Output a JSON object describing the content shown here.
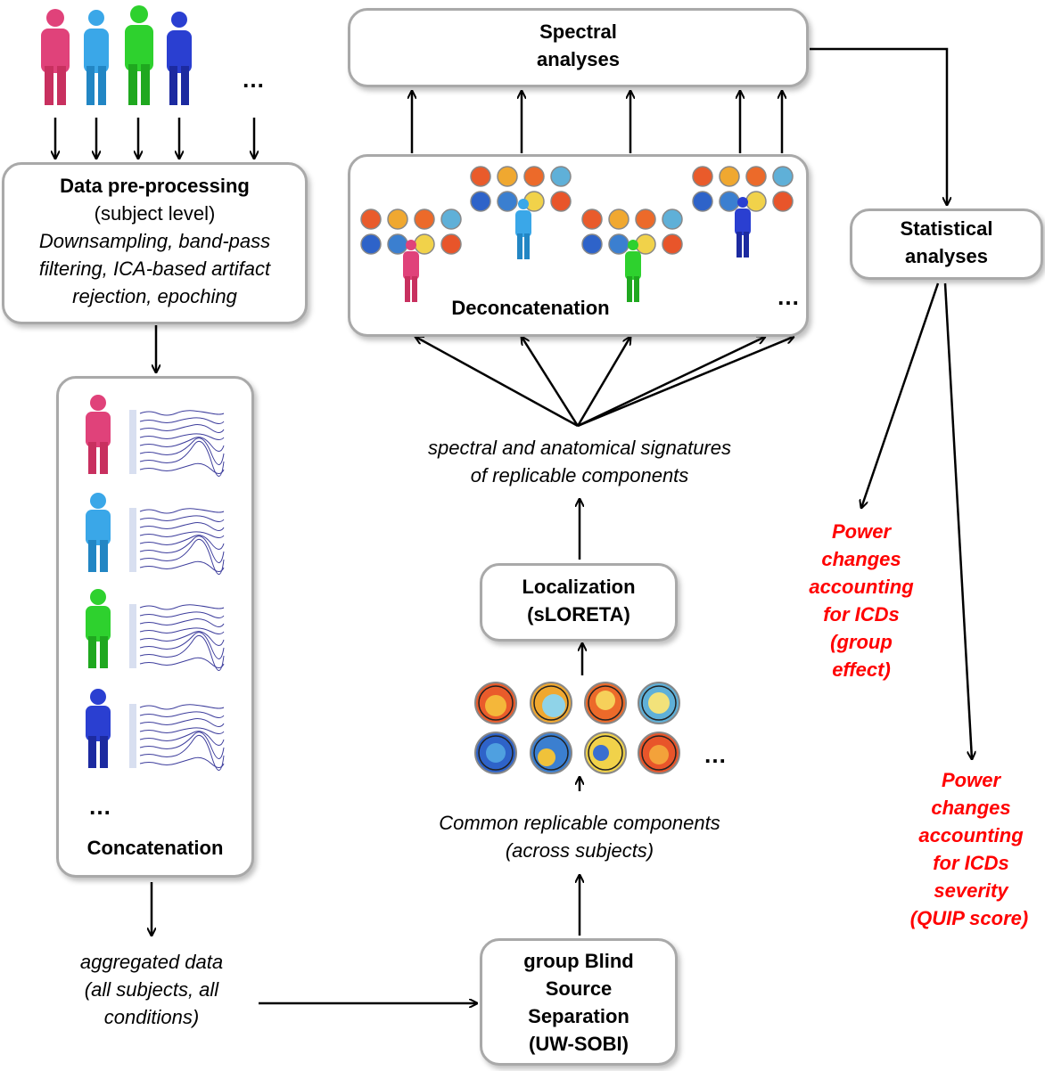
{
  "preproc": {
    "title": "Data pre-processing",
    "level": "(subject level)",
    "line1": "Downsampling, band-pass",
    "line2": "filtering, ICA-based artifact",
    "line3": "rejection, epoching"
  },
  "subjects_ellipsis": "…",
  "concat": {
    "label": "Concatenation",
    "ellipsis": "…"
  },
  "aggregated": {
    "line1": "aggregated data",
    "line2": "(all subjects, all",
    "line3": "conditions)"
  },
  "bss": {
    "line1": "group Blind",
    "line2": "Source",
    "line3": "Separation",
    "line4": "(UW-SOBI)"
  },
  "common": {
    "line1": "Common replicable components",
    "line2": "(across subjects)"
  },
  "components_ellipsis": "…",
  "localization": {
    "line1": "Localization",
    "line2": "(sLORETA)"
  },
  "signatures": {
    "line1": "spectral and anatomical signatures",
    "line2": "of replicable components"
  },
  "deconcat": {
    "label": "Deconcatenation",
    "ellipsis": "…"
  },
  "spectral": {
    "line1": "Spectral",
    "line2": "analyses"
  },
  "statistical": {
    "line1": "Statistical",
    "line2": "analyses"
  },
  "result_group": {
    "l1": "Power",
    "l2": "changes",
    "l3": "accounting",
    "l4": "for ICDs",
    "l5": "(group",
    "l6": "effect)"
  },
  "result_severity": {
    "l1": "Power",
    "l2": "changes",
    "l3": "accounting",
    "l4": "for ICDs",
    "l5": "severity",
    "l6": "(QUIP score)"
  },
  "colors": {
    "pink": "#e0427a",
    "lightblue": "#3aa7e8",
    "green": "#2ed12e",
    "darkblue": "#2a3fd1",
    "border": "#a9a9a9",
    "result": "#ff0000"
  }
}
